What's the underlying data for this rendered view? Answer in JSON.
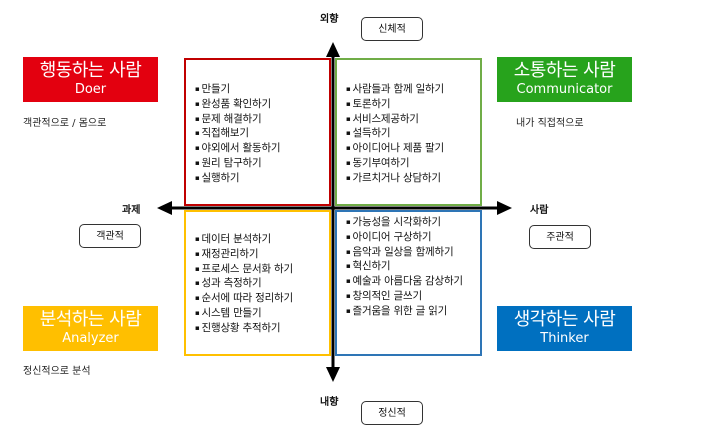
{
  "axes": {
    "top": "외향",
    "bottom": "내향",
    "left": "과제",
    "right": "사람"
  },
  "pills": {
    "top": "신체적",
    "bottom": "정신적",
    "left": "객관적",
    "right": "주관적"
  },
  "personas": {
    "doer": {
      "ko": "행동하는 사람",
      "en": "Doer",
      "color": "#e3000f",
      "note": "객관적으로 / 몸으로"
    },
    "communicator": {
      "ko": "소통하는 사람",
      "en": "Communicator",
      "color": "#27a31c",
      "note": "내가 직접적으로"
    },
    "analyzer": {
      "ko": "분석하는 사람",
      "en": "Analyzer",
      "color": "#ffbf00",
      "note": "정신적으로 분석"
    },
    "thinker": {
      "ko": "생각하는 사람",
      "en": "Thinker",
      "color": "#0070c0",
      "note": ""
    }
  },
  "quadrants": {
    "top_left": {
      "color": "#c00000",
      "items": [
        "만들기",
        "완성품 확인하기",
        "문제 해결하기",
        "직접해보기",
        "야외에서 활동하기",
        "원리 탐구하기",
        "실행하기"
      ]
    },
    "top_right": {
      "color": "#70ad47",
      "items": [
        "사람들과 함께 일하기",
        "토론하기",
        "서비스제공하기",
        "설득하기",
        "아이디어나 제품 팔기",
        "동기부여하기",
        "가르치거나 상담하기"
      ]
    },
    "bottom_left": {
      "color": "#ffc000",
      "items": [
        "데이터 분석하기",
        "재정관리하기",
        "프로세스 문서화 하기",
        "성과 측정하기",
        "순서에 따라 정리하기",
        "시스템 만들기",
        "진행상황 추적하기"
      ]
    },
    "bottom_right": {
      "color": "#2e75b6",
      "items": [
        "가능성을 시각화하기",
        "아이디어 구상하기",
        "음악과 일상을 함께하기",
        "혁신하기",
        "예술과 아름다움 감상하기",
        "창의적인 글쓰기",
        "즐거움을 위한 글 읽기"
      ]
    }
  }
}
